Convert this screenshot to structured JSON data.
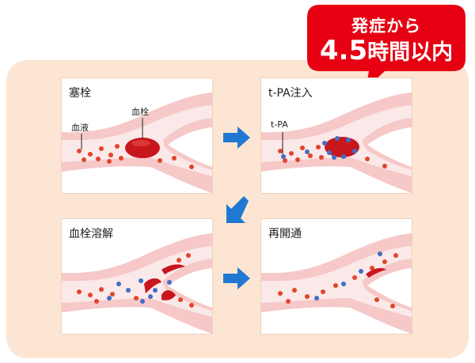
{
  "callout": {
    "line1": "発症から",
    "line2_number": "4.5",
    "line2_text": "時間以内",
    "color": "#e60012"
  },
  "stages": [
    {
      "title": "塞栓",
      "labels": {
        "blood": "血液",
        "clot": "血栓"
      }
    },
    {
      "title": "t-PA注入",
      "labels": {
        "tpa": "t-PA"
      }
    },
    {
      "title": "血栓溶解"
    },
    {
      "title": "再開通"
    }
  ],
  "colors": {
    "panel_bg": "#fce5d2",
    "vessel_wall": "#f6c8c8",
    "vessel_lumen": "#fbe8e8",
    "red_cell": "#e2452c",
    "tpa": "#3e6fc8",
    "clot": "#c8161d",
    "arrow": "#1f78d1"
  }
}
